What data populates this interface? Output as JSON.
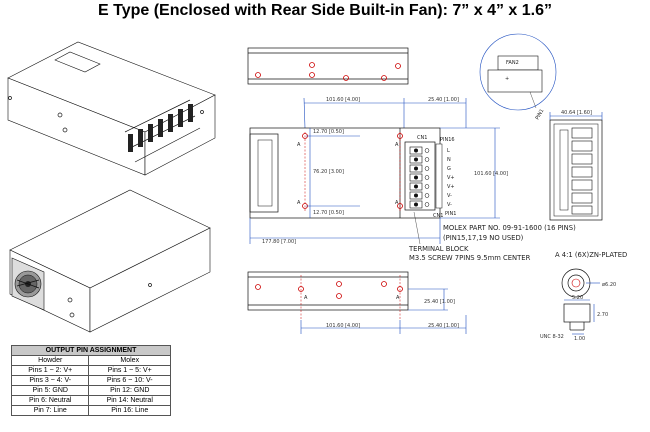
{
  "title": "E Type (Enclosed with Rear Side Built-in Fan): 7” x 4” x 1.6”",
  "dims": {
    "top_a": "101.60 [4.00]",
    "top_b": "25.40 [1.00]",
    "h1": "12.70 [0.50]",
    "h2": "76.20 [3.00]",
    "h3": "12.70 [0.50]",
    "overall_h": "101.60 [4.00]",
    "overall_w": "177.80 [7.00]",
    "side_w": "40.64 [1.60]",
    "side_h": "25.40 [1.00]",
    "bottom_a": "101.60 [4.00]",
    "bottom_b": "25.40 [1.00]",
    "d1": "5.20",
    "d2": "2.70",
    "d3": "1.00",
    "dia": "ø6.20"
  },
  "labels": {
    "fan2": "FAN2",
    "pin1": "PIN1",
    "cn1": "CN1",
    "pin1b": "PIN1",
    "p16": "PIN16",
    "a": "A",
    "molex": "MOLEX PART NO. 09-91-1600 (16 PINS)",
    "molex_note": "(PIN15,17,19 NO USED)",
    "terminal": "TERMINAL BLOCK",
    "screw": "M3.5 SCREW 7PINS 9.5mm CENTER",
    "detail": "A 4:1 (6X)ZN-PLATED",
    "unc": "UNC 8-32",
    "tb_pins": [
      "L",
      "N",
      "G",
      "V+",
      "V+",
      "V-",
      "V-"
    ]
  },
  "pin_table": {
    "caption": "OUTPUT PIN ASSIGNMENT",
    "headers": [
      "Howder",
      "Molex"
    ],
    "rows": [
      [
        "Pins 1 ~ 2: V+",
        "Pins 1 ~ 5: V+"
      ],
      [
        "Pins 3 ~ 4: V-",
        "Pins 6 ~ 10: V-"
      ],
      [
        "Pin 5: GND",
        "Pin 12: GND"
      ],
      [
        "Pin 6: Neutral",
        "Pin 14: Neutral"
      ],
      [
        "Pin 7: Line",
        "Pin 16: Line"
      ]
    ]
  }
}
